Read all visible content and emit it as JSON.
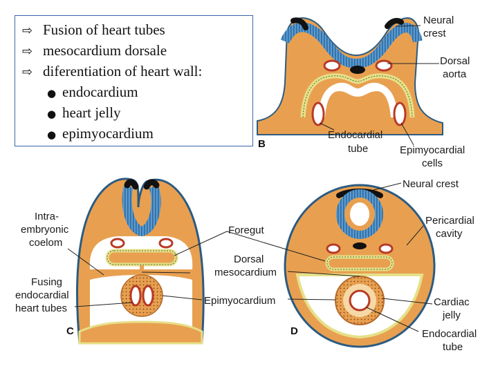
{
  "bullets": {
    "items": [
      {
        "icon": "hollow-right-arrow-icon",
        "text": "Fusion of  heart tubes"
      },
      {
        "icon": "hollow-right-arrow-icon",
        "text": "mesocardium dorsale"
      },
      {
        "icon": "hollow-right-arrow-icon",
        "text": "diferentiation of heart wall:"
      }
    ],
    "subitems": [
      {
        "icon": "filled-dot-icon",
        "text": "endocardium"
      },
      {
        "icon": "filled-dot-icon",
        "text": "heart jelly"
      },
      {
        "icon": "filled-dot-icon",
        "text": "epimyocardium"
      }
    ]
  },
  "panels": {
    "b": "B",
    "c": "C",
    "d": "D"
  },
  "labels": {
    "neural_crest_b": [
      "Neural",
      "crest"
    ],
    "dorsal_aorta": [
      "Dorsal",
      "aorta"
    ],
    "endocardial_tube_b": [
      "Endocardial",
      "tube"
    ],
    "epimyocardial_cells": [
      "Epimyocardial",
      "cells"
    ],
    "neural_crest_d": "Neural crest",
    "intraembryonic_coelom": [
      "Intra-",
      "embryonic",
      "coelom"
    ],
    "foregut": "Foregut",
    "dorsal_mesocardium": [
      "Dorsal",
      "mesocardium"
    ],
    "fusing_heart_tubes": [
      "Fusing",
      "endocardial",
      "heart tubes"
    ],
    "epimyocardium": "Epimyocardium",
    "pericardial_cavity": [
      "Pericardial",
      "cavity"
    ],
    "cardiac_jelly": [
      "Cardiac",
      "jelly"
    ],
    "endocardial_tube_d": [
      "Endocardial",
      "tube"
    ]
  },
  "colors": {
    "tissue_orange": "#e8a050",
    "ectoderm_blue": "#3f7fb0",
    "endoderm_yellow": "#e6e08a",
    "vessel_red": "#b83a26",
    "notochord": "#111111",
    "box_border": "#3a66a8"
  }
}
